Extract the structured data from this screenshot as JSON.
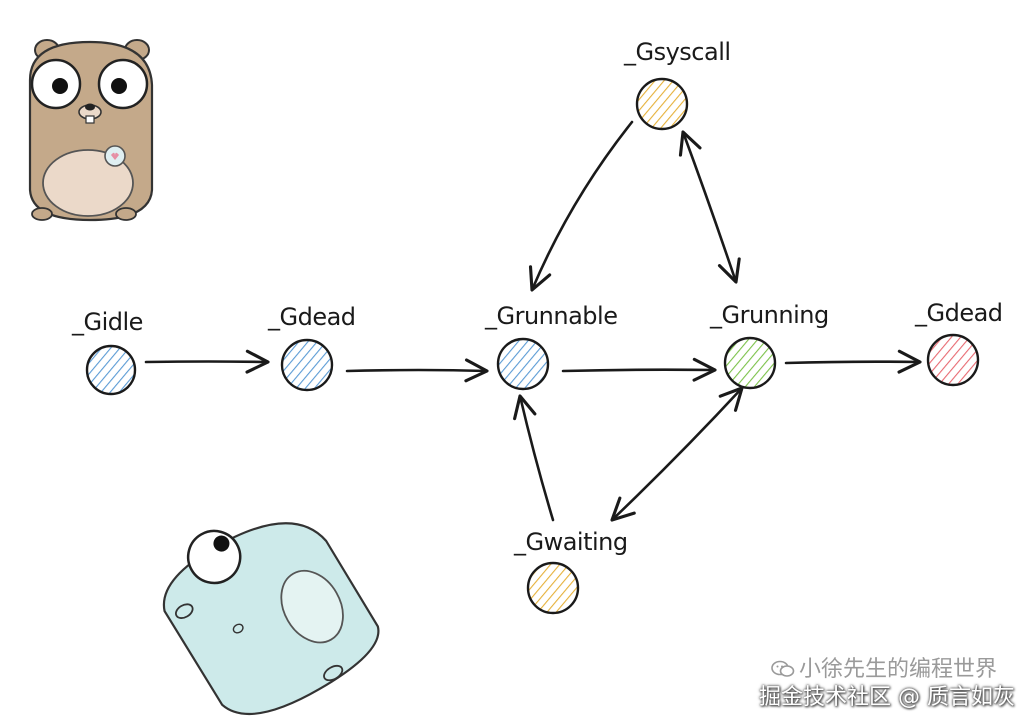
{
  "diagram": {
    "nodes": [
      {
        "id": "gidle",
        "label": "_Gidle",
        "color": "#5b9bd5"
      },
      {
        "id": "gdead1",
        "label": "_Gdead",
        "color": "#5b9bd5"
      },
      {
        "id": "grunnable",
        "label": "_Grunnable",
        "color": "#5b9bd5"
      },
      {
        "id": "grunning",
        "label": "_Grunning",
        "color": "#7cc24a"
      },
      {
        "id": "gdead2",
        "label": "_Gdead",
        "color": "#e86a72"
      },
      {
        "id": "gsyscall",
        "label": "_Gsyscall",
        "color": "#e6b13a"
      },
      {
        "id": "gwaiting",
        "label": "_Gwaiting",
        "color": "#e6b13a"
      }
    ],
    "edges": [
      {
        "from": "gidle",
        "to": "gdead1"
      },
      {
        "from": "gdead1",
        "to": "grunnable"
      },
      {
        "from": "grunnable",
        "to": "grunning"
      },
      {
        "from": "grunning",
        "to": "gdead2"
      },
      {
        "from": "gsyscall",
        "to": "grunnable"
      },
      {
        "from": "grunning",
        "to": "gsyscall",
        "bidirectional": true
      },
      {
        "from": "gwaiting",
        "to": "grunnable"
      },
      {
        "from": "grunning",
        "to": "gwaiting",
        "bidirectional": true
      }
    ]
  },
  "watermark": {
    "line1": "小徐先生的编程世界",
    "line2": "掘金技术社区 @ 质言如灰"
  }
}
